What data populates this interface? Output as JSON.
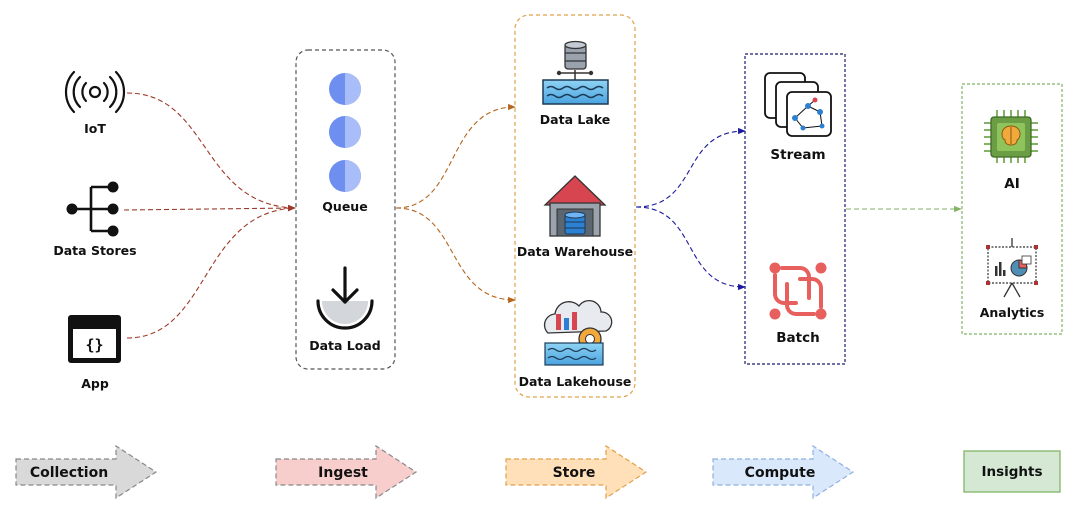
{
  "sources": {
    "iot": "IoT",
    "data_stores": "Data Stores",
    "app": "App"
  },
  "ingest": {
    "queue": "Queue",
    "data_load": "Data Load"
  },
  "store": {
    "data_lake": "Data Lake",
    "data_warehouse": "Data Warehouse",
    "data_lakehouse": "Data Lakehouse"
  },
  "compute": {
    "stream": "Stream",
    "batch": "Batch"
  },
  "insights": {
    "ai": "AI",
    "analytics": "Analytics"
  },
  "stages": {
    "collection": "Collection",
    "ingest": "Ingest",
    "store": "Store",
    "compute": "Compute",
    "insights": "Insights"
  },
  "colors": {
    "collection_arrow": "#6b1f17",
    "ingest_to_store": "#b5651d",
    "store_to_compute": "#1a1a9e",
    "compute_to_insights": "#82b366",
    "stage_collection": "#d9d9d9",
    "stage_ingest": "#f8cecc",
    "stage_store": "#ffe0b8",
    "stage_compute": "#dae8fc",
    "stage_insights": "#d5e8d4"
  }
}
